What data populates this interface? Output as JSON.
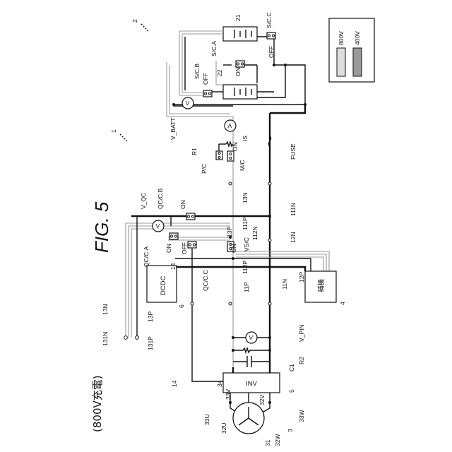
{
  "figure": {
    "title": "FIG. 5",
    "caption": "(800V充電)"
  },
  "legend": {
    "label_800": "800V",
    "label_400": "400V",
    "color_800": "#dddddd",
    "color_400": "#999999"
  },
  "labels": {
    "ref_2": "2",
    "ref_1": "1",
    "ref_21": "21",
    "ref_22": "22",
    "sc_c": "S/C.C",
    "sc_a": "S/C.A",
    "sc_b": "S/C.B",
    "off_c": "OFF",
    "on_a": "ON",
    "off_b": "OFF",
    "v_batt": "V_BATT",
    "is": "IS",
    "r1": "R1",
    "p_c": "P/C",
    "m_c": "M/C",
    "on_mc": "ON",
    "fuse": "FUSE",
    "l13n_top": "13N",
    "l13p": "13P",
    "l111p": "111P",
    "l111n": "111N",
    "l112n": "112N",
    "l12n": "12N",
    "l12p": "12P",
    "l11n": "11N",
    "l11p": "11P",
    "l112p": "112P",
    "vs_c": "VS/C",
    "on_vs": "ON",
    "v_qc": "V_QC",
    "qc_cb": "QC/C.B",
    "on_qcb": "ON",
    "qc_ca": "QC/C.A",
    "on_qca": "ON",
    "qc_cc": "QC/C.C",
    "off_qcc": "OFF",
    "l14a": "14",
    "l14b": "14",
    "dcdc": "DCDC",
    "ref_6": "6",
    "hoki": "補機",
    "ref_4": "4",
    "l13n_left": "13N",
    "l13p_left": "13P",
    "l131n": "131N",
    "l131p": "131P",
    "v_pin": "V_PIN",
    "c1": "C1",
    "r2": "R2",
    "inv": "INV",
    "ref_5": "5",
    "ref_34": "34",
    "ref_33v": "33V",
    "ref_32v": "32V",
    "ref_33u": "33U",
    "ref_32u": "32U",
    "ref_33w": "33W",
    "ref_31": "31",
    "ref_32w": "32W",
    "ref_3": "3",
    "meter_v": "V",
    "meter_a": "A"
  }
}
